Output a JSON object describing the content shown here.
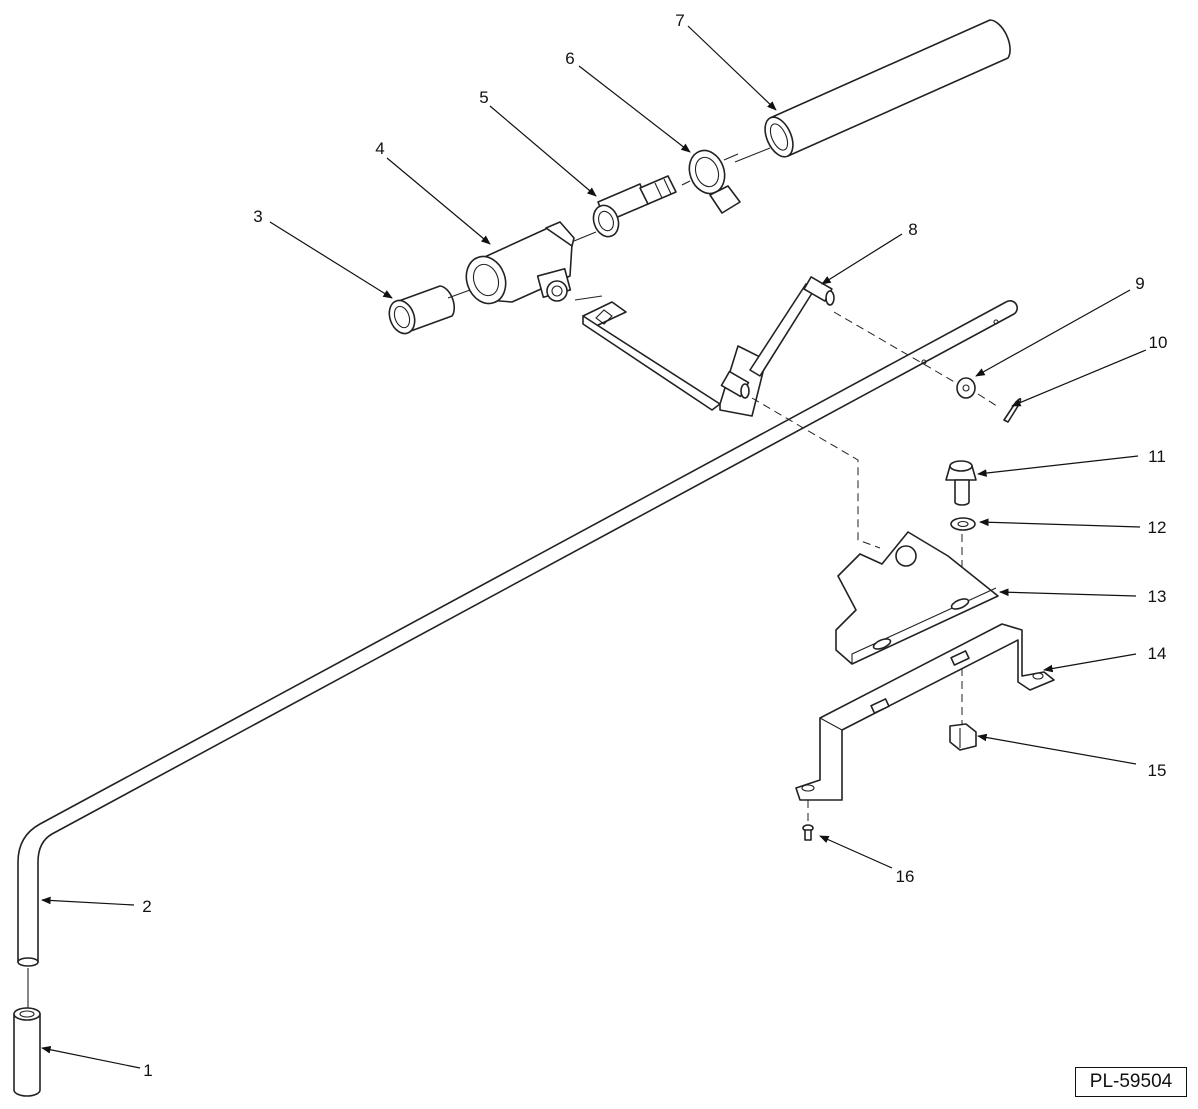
{
  "callouts": [
    "1",
    "2",
    "3",
    "4",
    "5",
    "6",
    "7",
    "8",
    "9",
    "10",
    "11",
    "12",
    "13",
    "14",
    "15",
    "16"
  ],
  "drawing_code": "PL-59504"
}
